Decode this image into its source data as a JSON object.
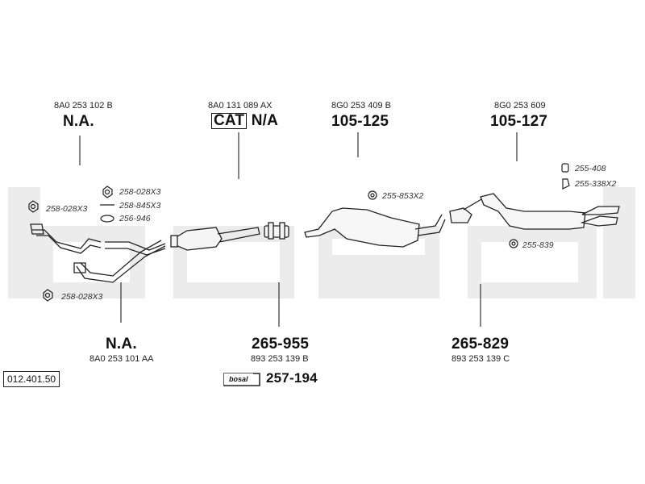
{
  "diagram": {
    "doc_number": "012.401.50",
    "watermark": "bosal",
    "sections": {
      "front_right_pipe": {
        "oe": "8A0 253 102 B",
        "part": "N.A."
      },
      "front_left_pipe": {
        "oe": "8A0 253 101 AA",
        "part": "N.A."
      },
      "catalyst": {
        "oe": "8A0 131 089 AX",
        "cat_label": "CAT",
        "part": "N/A"
      },
      "center_pipe": {
        "oe": "893 253 139 B",
        "part": "265-955"
      },
      "middle_box": {
        "oe": "8G0 253 409 B",
        "part": "105-125"
      },
      "connector": {
        "oe": "893 253 139 C",
        "part": "265-829"
      },
      "rear_box": {
        "oe": "8G0 253 609",
        "part": "105-127"
      },
      "mounting_kit": {
        "logo": "bosal",
        "part": "257-194"
      }
    },
    "fittings": [
      {
        "code": "258-028X3"
      },
      {
        "code": "258-845X3"
      },
      {
        "code": "256-946"
      },
      {
        "code": "258-028X3"
      },
      {
        "code": "258-028X3"
      },
      {
        "code": "255-853X2"
      },
      {
        "code": "255-839"
      },
      {
        "code": "255-408"
      },
      {
        "code": "255-338X2"
      }
    ]
  }
}
